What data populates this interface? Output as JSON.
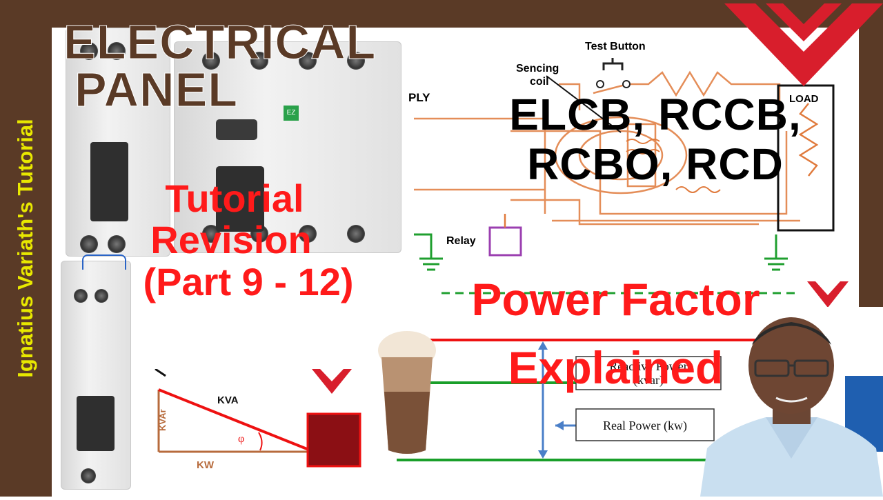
{
  "sidebar": {
    "channel_name": "Ignatius Variath's Tutorial"
  },
  "title": {
    "line1": "ELECTRICAL",
    "line2": "PANEL"
  },
  "revision": {
    "line1": "Tutorial",
    "line2": "Revision",
    "line3": "(Part 9 - 12)"
  },
  "elcb": {
    "line1": "ELCB, RCCB,",
    "line2": "RCBO, RCD"
  },
  "power_factor": {
    "line1": "Power Factor",
    "line2": "Explained"
  },
  "circuit_diagram": {
    "test_button": "Test Button",
    "sensing_coil_line1": "Sencing",
    "sensing_coil_line2": "coil",
    "supply": "PLY",
    "relay": "Relay",
    "load": "LOAD"
  },
  "triangle_diagram": {
    "kva": "KVA",
    "kw": "KW",
    "kvar": "KVAr",
    "phi": "φ"
  },
  "pf_diagram": {
    "real_power": "Real Power (kw)",
    "reactive_power_line1": "Reactive Power",
    "reactive_power_line2": "(kvar)"
  },
  "colors": {
    "brown": "#5a3a26",
    "red": "#ff1a1a",
    "yellow": "#e8e800",
    "logo_red": "#d81e2c",
    "wire_orange": "#e07a3c"
  },
  "icons": {
    "logo": "double-chevron-logo",
    "product": "circuit-breaker",
    "drink": "frappe-glass",
    "person": "presenter-photo"
  }
}
